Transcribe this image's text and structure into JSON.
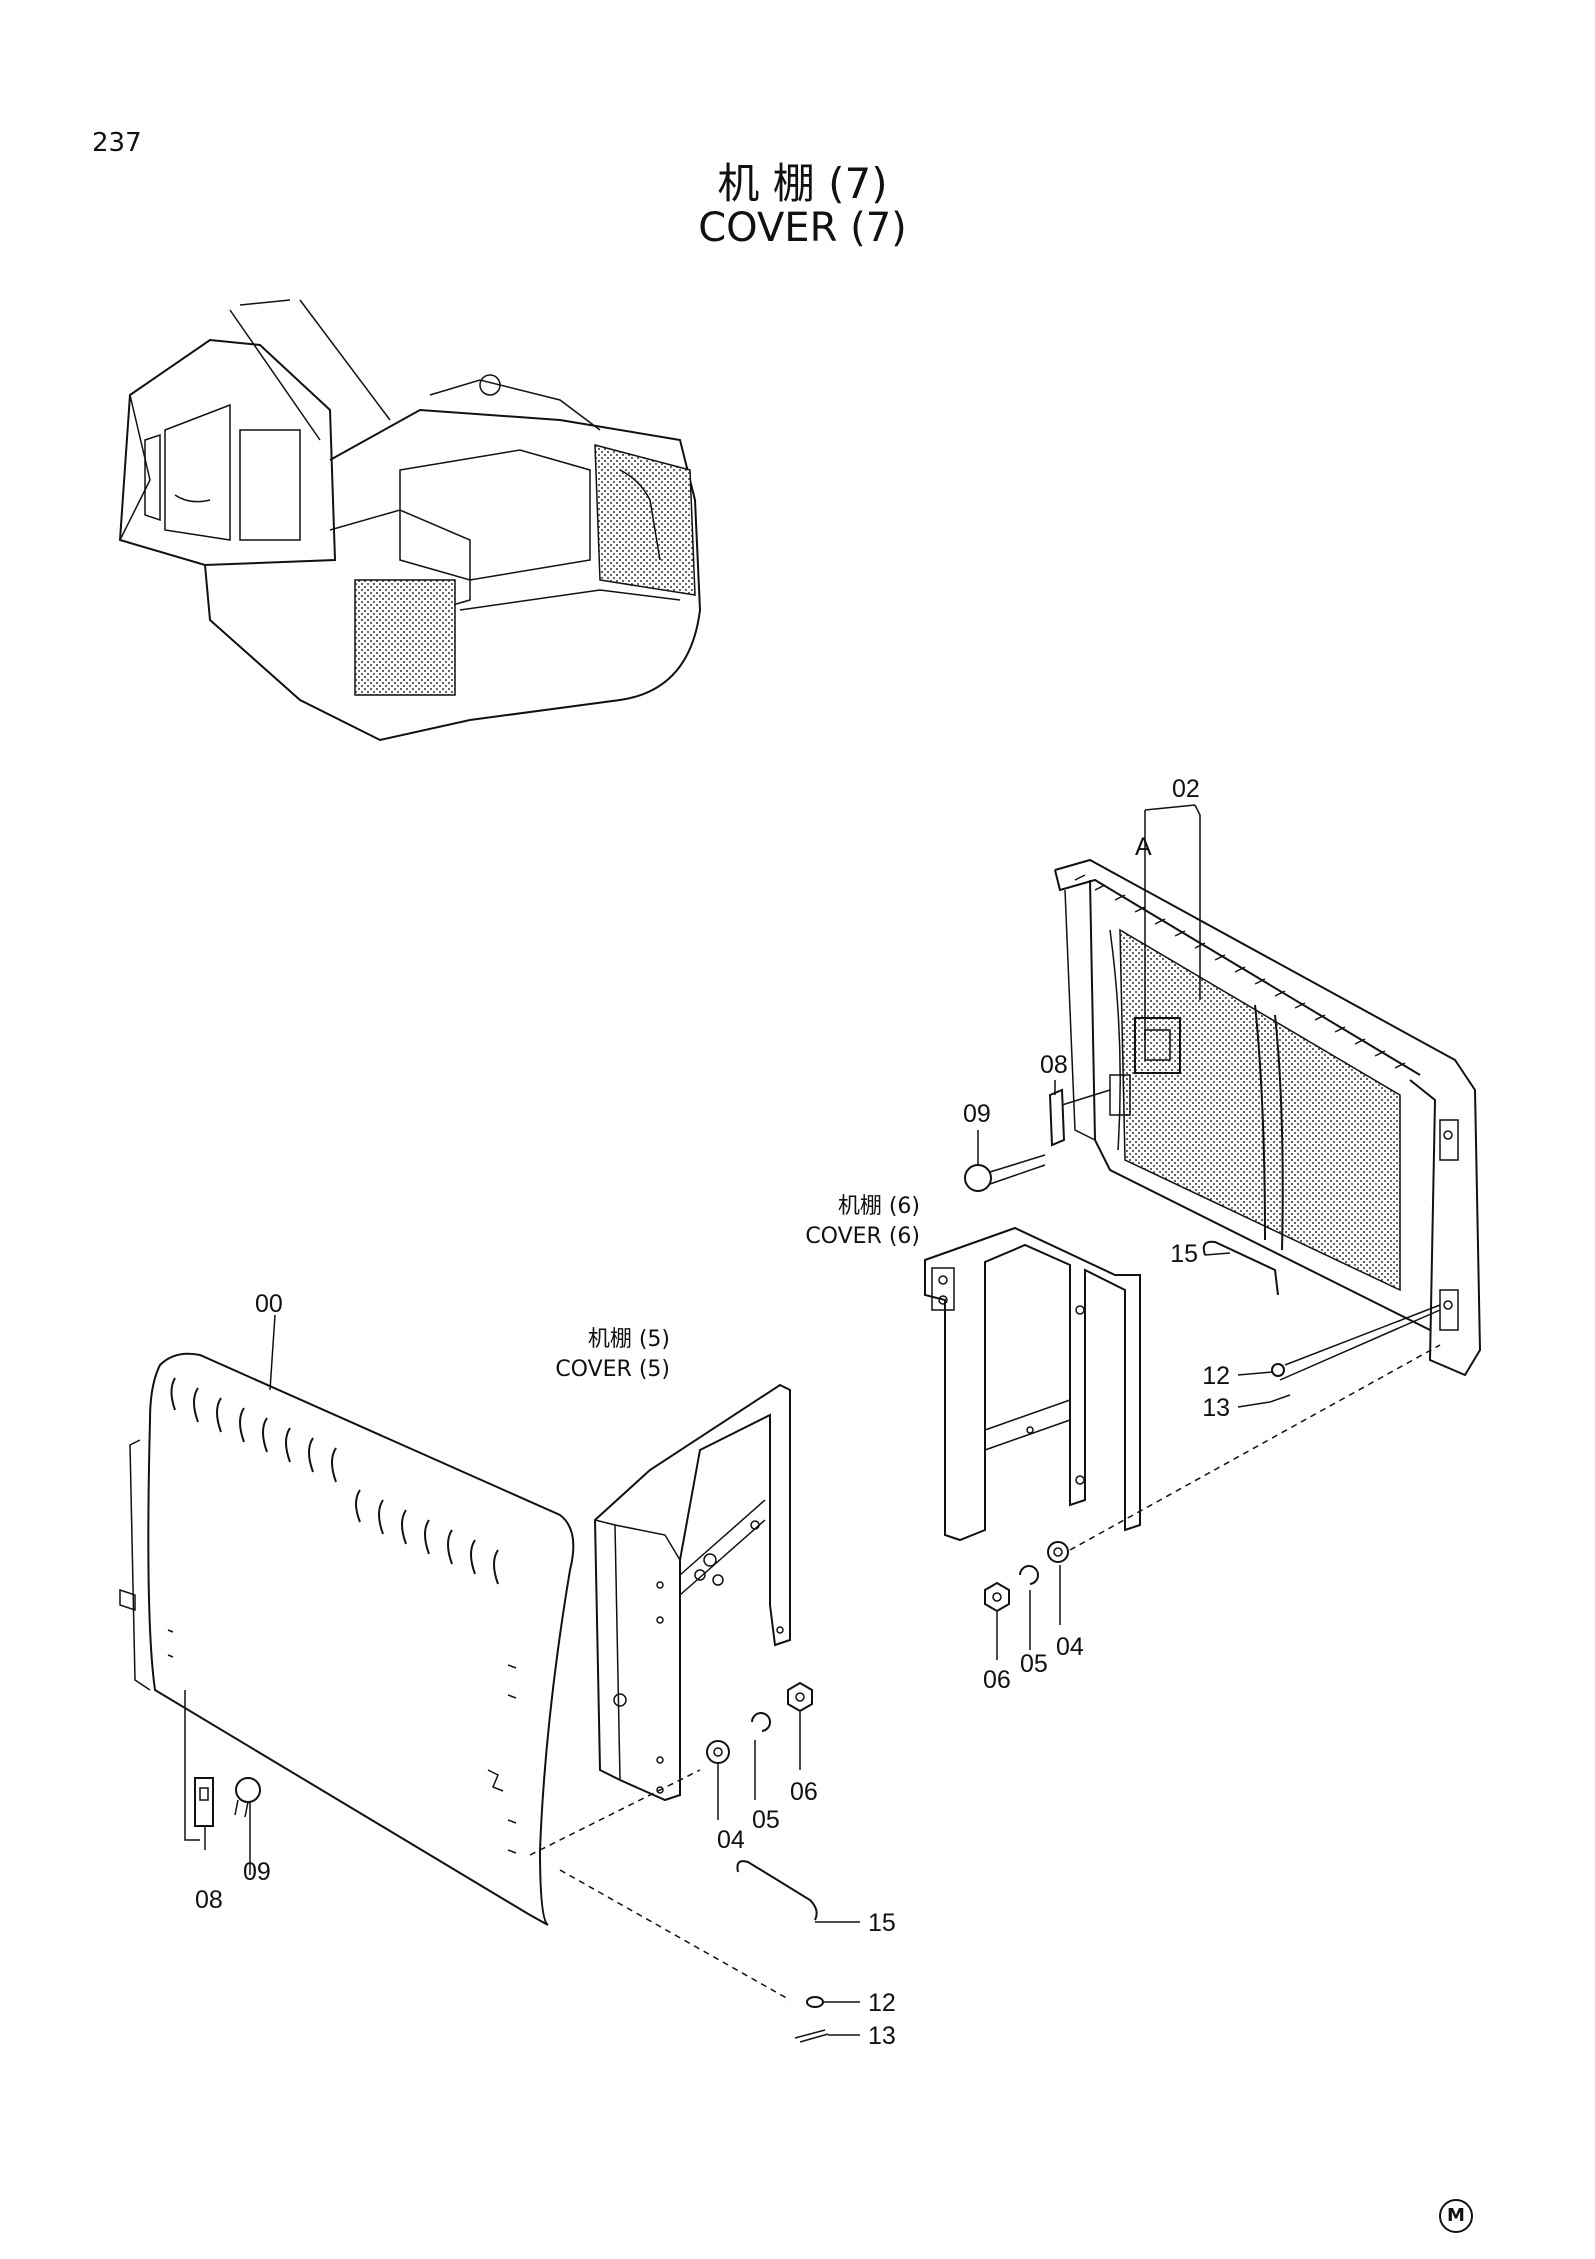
{
  "page_number": "237",
  "title": {
    "cn": "机  棚 (7)",
    "en": "COVER (7)"
  },
  "cross_references": [
    {
      "cn": "机棚 (6)",
      "en": "COVER (6)"
    },
    {
      "cn": "机棚 (5)",
      "en": "COVER (5)"
    }
  ],
  "callouts": {
    "c02": "02",
    "cA": "A",
    "c08a": "08",
    "c09a": "09",
    "c15a": "15",
    "c12a": "12",
    "c13a": "13",
    "c04a": "04",
    "c05a": "05",
    "c06a": "06",
    "c00": "00",
    "c08b": "08",
    "c09b": "09",
    "c04b": "04",
    "c05b": "05",
    "c06b": "06",
    "c15b": "15",
    "c12b": "12",
    "c13b": "13"
  },
  "corner_mark": "M"
}
